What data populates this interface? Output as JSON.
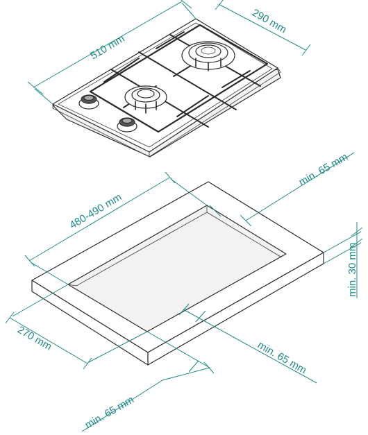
{
  "hob": {
    "width_label": "510 mm",
    "depth_label": "290 mm"
  },
  "cutout": {
    "width_label": "480-490 mm",
    "depth_label": "270 mm",
    "clearance_back_label": "min. 65 mm",
    "clearance_front_label": "min. 65 mm",
    "clearance_side_label": "min. 65 mm",
    "worktop_thickness_label": "min. 30 mm"
  },
  "colors": {
    "dimension": "#1f8a86",
    "ink": "#2a2a2a"
  }
}
